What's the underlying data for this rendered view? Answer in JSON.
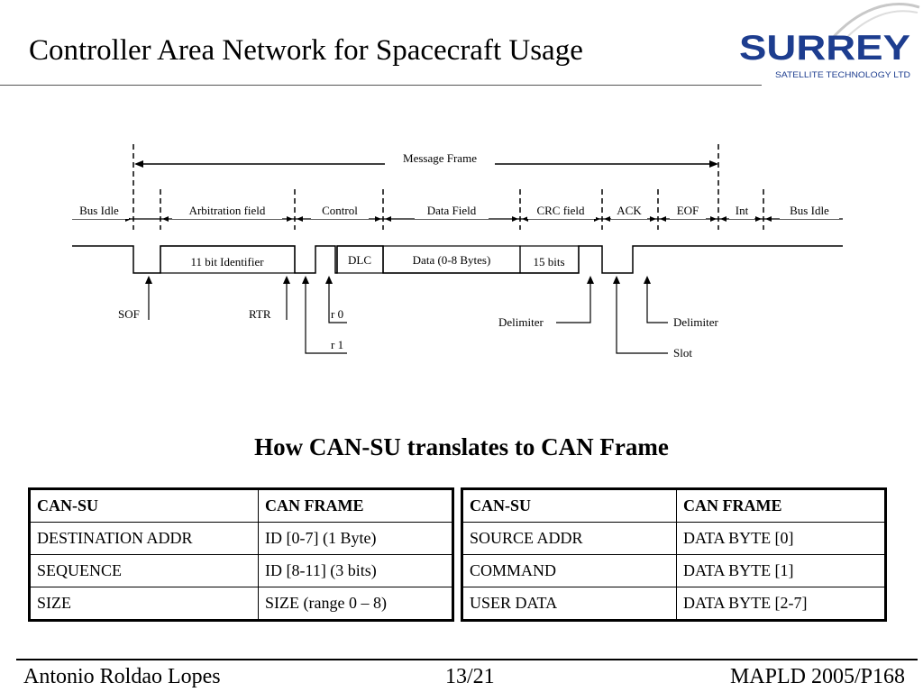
{
  "slide": {
    "title": "Controller Area Network for Spacecraft Usage"
  },
  "logo": {
    "name": "SURREY",
    "tagline": "SATELLITE TECHNOLOGY LTD",
    "brand_color": "#1d3d8f"
  },
  "diagram": {
    "message_frame": "Message Frame",
    "fields": {
      "bus_idle_left": "Bus Idle",
      "arbitration": "Arbitration field",
      "control": "Control",
      "data": "Data Field",
      "crc": "CRC field",
      "ack": "ACK",
      "eof": "EOF",
      "int": "Int",
      "bus_idle_right": "Bus Idle"
    },
    "boxes": {
      "identifier": "11 bit Identifier",
      "dlc": "DLC",
      "data_bytes": "Data (0-8 Bytes)",
      "crc_bits": "15 bits"
    },
    "callouts": {
      "sof": "SOF",
      "rtr": "RTR",
      "r0": "r 0",
      "r1": "r 1",
      "crc_delimiter": "Delimiter",
      "ack_delimiter": "Delimiter",
      "slot": "Slot"
    }
  },
  "subtitle": "How CAN-SU translates to CAN Frame",
  "tables": {
    "left": {
      "headers": [
        "CAN-SU",
        "CAN FRAME"
      ],
      "rows": [
        [
          "DESTINATION ADDR",
          "ID [0-7] (1 Byte)"
        ],
        [
          "SEQUENCE",
          "ID [8-11] (3 bits)"
        ],
        [
          "SIZE",
          "SIZE (range 0 – 8)"
        ]
      ]
    },
    "right": {
      "headers": [
        "CAN-SU",
        "CAN FRAME"
      ],
      "rows": [
        [
          "SOURCE ADDR",
          "DATA BYTE [0]"
        ],
        [
          "COMMAND",
          "DATA BYTE [1]"
        ],
        [
          "USER DATA",
          "DATA BYTE [2-7]"
        ]
      ]
    }
  },
  "footer": {
    "author": "Antonio Roldao Lopes",
    "page": "13/21",
    "event": "MAPLD 2005/P168"
  }
}
